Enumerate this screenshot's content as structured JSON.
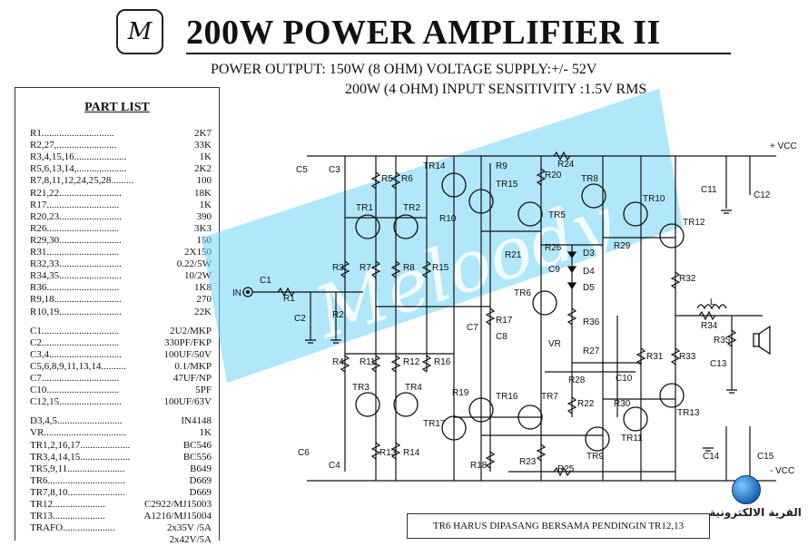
{
  "header": {
    "logo_letter": "M",
    "title": "200W POWER AMPLIFIER II",
    "spec_line1": "POWER OUTPUT: 150W (8 OHM)   VOLTAGE SUPPLY:+/- 52V",
    "spec_line2": "200W (4 OHM)   INPUT SENSITIVITY :1.5V RMS"
  },
  "part_list": {
    "title": "PART LIST",
    "items": [
      {
        "ref": "R1.............................",
        "value": "2K7"
      },
      {
        "ref": "R2,27,........................",
        "value": "33K"
      },
      {
        "ref": "R3,4,15,16.....................",
        "value": "1K"
      },
      {
        "ref": "R5,6,13,14,....................",
        "value": "2K2"
      },
      {
        "ref": "R7,8,11,12,24,25,28.........",
        "value": "100"
      },
      {
        "ref": "R21,22.........................",
        "value": "18K"
      },
      {
        "ref": "R17.............................",
        "value": "1K"
      },
      {
        "ref": "R20,23.........................",
        "value": "390"
      },
      {
        "ref": "R26.............................",
        "value": "3K3"
      },
      {
        "ref": "R29,30.........................",
        "value": "150"
      },
      {
        "ref": "R31.............................",
        "value": "2X150"
      },
      {
        "ref": "R32,33.........................",
        "value": "0.22/5W"
      },
      {
        "ref": "R34,35.........................",
        "value": "10/2W"
      },
      {
        "ref": "R36.............................",
        "value": "1K8"
      },
      {
        "ref": "R9,18...........................",
        "value": "270"
      },
      {
        "ref": "R10,19.........................",
        "value": "22K"
      },
      {
        "ref": "",
        "value": ""
      },
      {
        "ref": "C1...............................",
        "value": "2U2/MKP"
      },
      {
        "ref": "C2...............................",
        "value": "330PF/FKP"
      },
      {
        "ref": "C3,4.............................",
        "value": "100UF/50V"
      },
      {
        "ref": "C5,6,8,9,11,13,14..........",
        "value": "0.1/MKP"
      },
      {
        "ref": "C7...............................",
        "value": "47UF/NP"
      },
      {
        "ref": "C10.............................",
        "value": "5PF"
      },
      {
        "ref": "C12,15.........................",
        "value": "100UF/63V"
      },
      {
        "ref": "",
        "value": ""
      },
      {
        "ref": "D3,4,5..........................",
        "value": "IN4148"
      },
      {
        "ref": "VR.................................",
        "value": "1K"
      },
      {
        "ref": "TR1,2,16,17....................",
        "value": "BC546"
      },
      {
        "ref": "TR3,4,14,15....................",
        "value": "BC556"
      },
      {
        "ref": "TR5,9,11.......................",
        "value": "B649"
      },
      {
        "ref": "TR6...............................",
        "value": "D669"
      },
      {
        "ref": "TR7,8,10.......................",
        "value": "D669"
      },
      {
        "ref": "TR12.....................",
        "value": "C2922/MJ15003"
      },
      {
        "ref": "TR13.....................",
        "value": "A1216/MJ15004"
      },
      {
        "ref": "TRAFO.....................",
        "value": "2x35V /5A"
      },
      {
        "ref": "",
        "value": "2x42V/5A"
      }
    ]
  },
  "schematic": {
    "watermark": "Meloody",
    "rail_pos": "+ VCC",
    "rail_neg": "- VCC",
    "input_label": "IN",
    "labels": [
      {
        "text": "C5"
      },
      {
        "text": "C3"
      },
      {
        "text": "R5"
      },
      {
        "text": "R6"
      },
      {
        "text": "TR14"
      },
      {
        "text": "R9"
      },
      {
        "text": "TR15"
      },
      {
        "text": "R20"
      },
      {
        "text": "R24"
      },
      {
        "text": "TR8"
      },
      {
        "text": "TR10"
      },
      {
        "text": "C11"
      },
      {
        "text": "C12"
      },
      {
        "text": "TR1"
      },
      {
        "text": "TR2"
      },
      {
        "text": "R10"
      },
      {
        "text": "TR5"
      },
      {
        "text": "TR12"
      },
      {
        "text": "R21"
      },
      {
        "text": "R26"
      },
      {
        "text": "D3"
      },
      {
        "text": "R29"
      },
      {
        "text": "D4"
      },
      {
        "text": "C9"
      },
      {
        "text": "D5"
      },
      {
        "text": "R3"
      },
      {
        "text": "R7"
      },
      {
        "text": "R8"
      },
      {
        "text": "R15"
      },
      {
        "text": "R32"
      },
      {
        "text": "C1"
      },
      {
        "text": "R1"
      },
      {
        "text": "TR6"
      },
      {
        "text": "R2"
      },
      {
        "text": "C2"
      },
      {
        "text": "R17"
      },
      {
        "text": "C7"
      },
      {
        "text": "C8"
      },
      {
        "text": "R36"
      },
      {
        "text": "L"
      },
      {
        "text": "R34"
      },
      {
        "text": "VR"
      },
      {
        "text": "R35"
      },
      {
        "text": "R27"
      },
      {
        "text": "R31"
      },
      {
        "text": "R33"
      },
      {
        "text": "R4"
      },
      {
        "text": "R11"
      },
      {
        "text": "R12"
      },
      {
        "text": "R16"
      },
      {
        "text": "R28"
      },
      {
        "text": "C10"
      },
      {
        "text": "C13"
      },
      {
        "text": "TR3"
      },
      {
        "text": "TR4"
      },
      {
        "text": "R19"
      },
      {
        "text": "TR16"
      },
      {
        "text": "TR7"
      },
      {
        "text": "R22"
      },
      {
        "text": "R30"
      },
      {
        "text": "TR17"
      },
      {
        "text": "TR11"
      },
      {
        "text": "TR13"
      },
      {
        "text": "TR9"
      },
      {
        "text": "R13"
      },
      {
        "text": "R14"
      },
      {
        "text": "C6"
      },
      {
        "text": "C4"
      },
      {
        "text": "R23"
      },
      {
        "text": "R18"
      },
      {
        "text": "C14"
      },
      {
        "text": "C15"
      },
      {
        "text": "R25"
      }
    ]
  },
  "note": "TR6 HARUS DIPASANG BERSAMA PENDINGIN TR12,13",
  "badge": {
    "text": "القرية الالكترونية"
  },
  "colors": {
    "watermark": "#6fd3f5",
    "ink": "#111111"
  }
}
